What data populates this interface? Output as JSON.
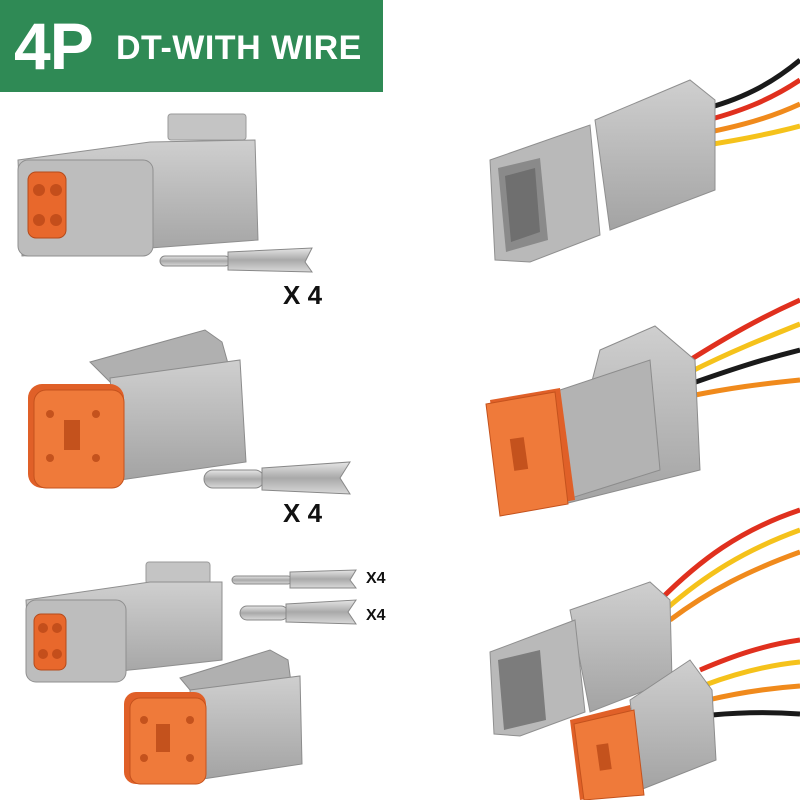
{
  "banner": {
    "pin_count": "4P",
    "series": "DT-WITH WIRE"
  },
  "quantities": {
    "pin_terminals": "X 4",
    "socket_terminals": "X 4",
    "kit_pins": "X4",
    "kit_sockets": "X4"
  },
  "colors": {
    "banner_bg": "#2f8a55",
    "housing": "#b8b8b8",
    "seal": "#e8682c",
    "wire_red": "#e0301e",
    "wire_yellow": "#f5c21b",
    "wire_orange": "#f08a1c",
    "wire_black": "#1a1a1a"
  },
  "icons": [
    "receptacle-connector",
    "plug-connector",
    "pin-terminal",
    "socket-terminal",
    "wire-harness"
  ]
}
